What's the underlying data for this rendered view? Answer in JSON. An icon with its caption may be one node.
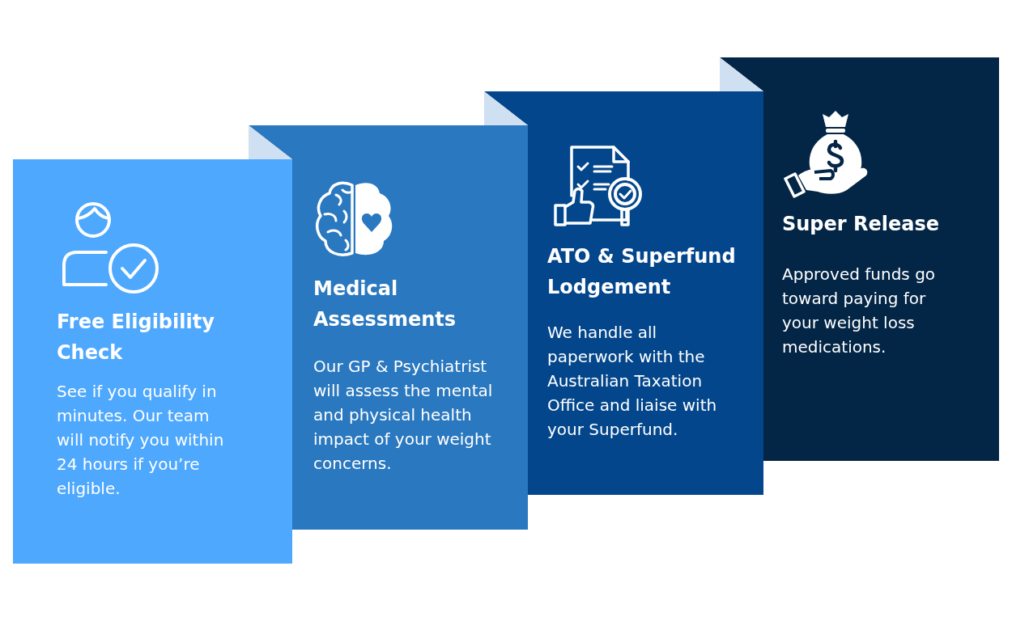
{
  "diagram": {
    "nodes": [
      {
        "text": [
          "Free Eligibility Check",
          "See if you qualify in minutes. Our team will notify you within 24 hours if you’re eligible."
        ]
      },
      {
        "text": [
          "Medical Assessments",
          "Our GP & Psychiatrist will assess the mental and physical health impact of your weight concerns."
        ]
      },
      {
        "text": [
          "ATO & Superfund Lodgement",
          "We handle all paperwork with the Australian Taxation Office and liaise with your Superfund."
        ]
      },
      {
        "text": [
          "Super Release",
          "Approved funds go toward paying for your weight loss medications."
        ]
      }
    ]
  }
}
